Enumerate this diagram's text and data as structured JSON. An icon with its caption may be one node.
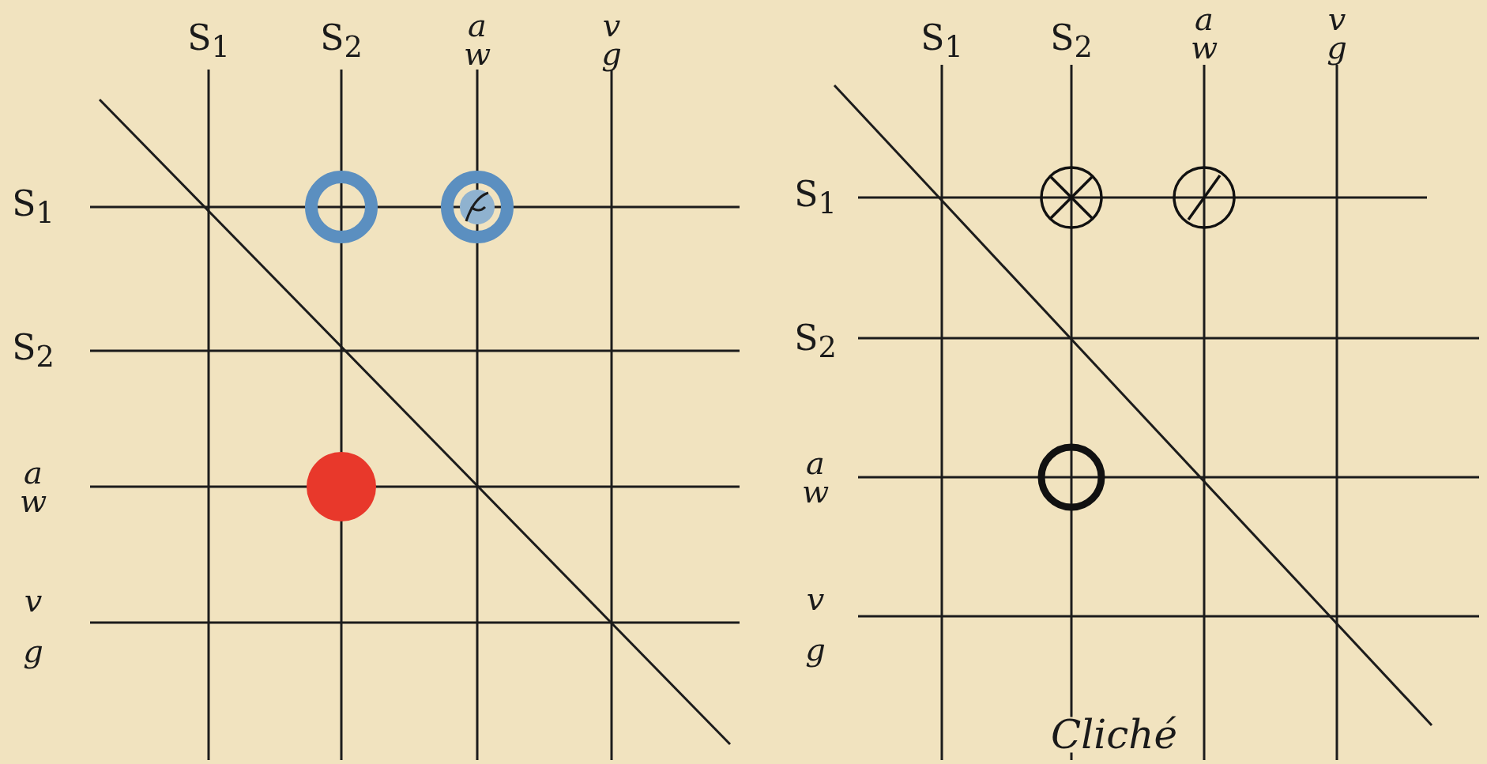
{
  "diagram": {
    "labels": [
      "S$_{1}$",
      "S$_{2}$",
      "a w",
      "v g",
      "S$_{1}$",
      "S$_{2}$",
      "a w",
      "v g",
      "S$_{1}$",
      "S$_{1}$",
      "S$_{2}$",
      "S$_{2}$",
      "a w",
      "a w",
      "v g",
      "v g",
      "Cliché"
    ]
  }
}
